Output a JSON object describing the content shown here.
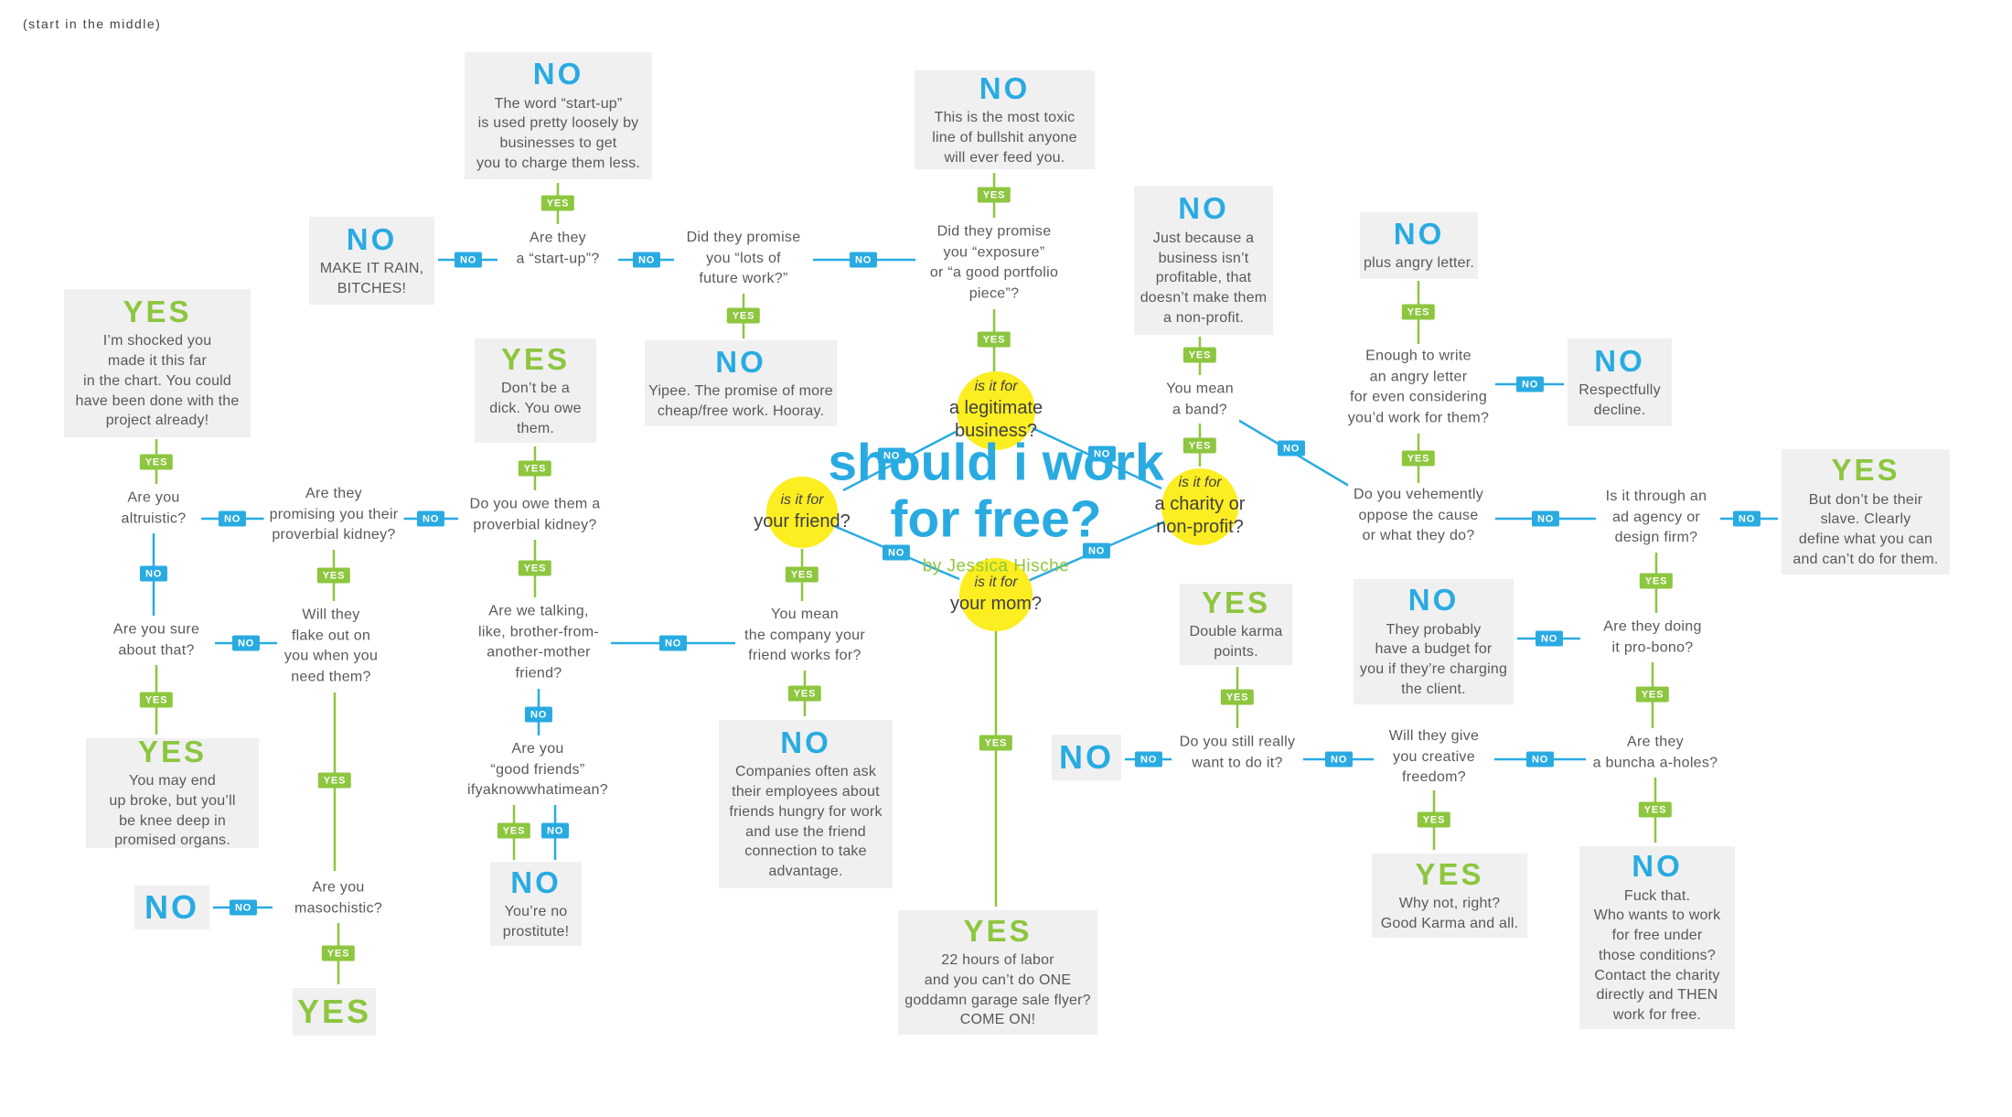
{
  "page": {
    "start_hint": "(start in the middle)"
  },
  "title": {
    "line1": "should i work",
    "line2": "for free?",
    "byline": "by Jessica Hische"
  },
  "badge": {
    "yes": "YES",
    "no": "NO"
  },
  "colors": {
    "blue": "#29ABE2",
    "green": "#8DC63F",
    "yellow": "#FCEE21",
    "box_gray": "#F0F0F1",
    "text_gray": "#58595B"
  },
  "circles": {
    "legit": {
      "prefix": "is it for",
      "label": "a legitimate\nbusiness?"
    },
    "friend": {
      "prefix": "is it for",
      "label": "your friend?"
    },
    "charity": {
      "prefix": "is it for",
      "label": "a charity or\nnon-profit?"
    },
    "mom": {
      "prefix": "is it for",
      "label": "your mom?"
    }
  },
  "questions": {
    "startup": "Are they\na “start-up”?",
    "future_work": "Did they promise\nyou “lots of\nfuture work?”",
    "exposure": "Did they promise\nyou “exposure”\nor “a good portfolio\npiece”?",
    "band": "You mean\na band?",
    "angry_letter": "Enough to write\nan angry letter\nfor even considering\nyou’d work for them?",
    "vehemently": "Do you vehemently\noppose the cause\nor what they do?",
    "ad_agency": "Is it through an\nad agency or\ndesign firm?",
    "probono": "Are they doing\nit pro-bono?",
    "aholes": "Are they\na buncha a-holes?",
    "creative": "Will they give\nyou creative\nfreedom?",
    "still_want": "Do you still really\nwant to do it?",
    "altruistic": "Are you\naltruistic?",
    "kidney_promise": "Are they\npromising you their\nproverbial kidney?",
    "sure": "Are you sure\nabout that?",
    "flake": "Will they\nflake out on\nyou when you\nneed them?",
    "masochistic": "Are you\nmasochistic?",
    "owe_kidney": "Do you owe them a\nproverbial kidney?",
    "brother": "Are we talking,\nlike, brother-from-\nanother-mother\nfriend?",
    "good_friends": "Are you\n“good friends”\nifyaknowwhatimean?",
    "company": "You mean\nthe company your\nfriend works for?"
  },
  "boxes": {
    "startup_no": {
      "verdict": "NO",
      "text": "The word “start-up”\nis used pretty loosely by\nbusinesses to get\nyou to charge them less."
    },
    "make_it_rain": {
      "verdict": "NO",
      "text": "MAKE IT RAIN,\nBITCHES!"
    },
    "toxic": {
      "verdict": "NO",
      "text": "This is the most toxic\nline of bullshit anyone\nwill ever feed you."
    },
    "yipee": {
      "verdict": "NO",
      "text": "Yipee. The promise of more\ncheap/free work. Hooray."
    },
    "nonprofit": {
      "verdict": "NO",
      "text": "Just because a\nbusiness isn’t\nprofitable, that\ndoesn’t make them\na non-profit."
    },
    "plus_angry": {
      "verdict": "NO",
      "text": "plus angry letter."
    },
    "decline": {
      "verdict": "NO",
      "text": "Respectfully\ndecline."
    },
    "slave": {
      "verdict": "YES",
      "text": "But don’t be their\nslave. Clearly\ndefine what you can\nand can’t do for them."
    },
    "budget": {
      "verdict": "NO",
      "text": "They probably\nhave a budget for\nyou if they’re charging\nthe client."
    },
    "karma": {
      "verdict": "YES",
      "text": "Double karma\npoints."
    },
    "no_right": {
      "verdict": "NO",
      "text": ""
    },
    "whynot": {
      "verdict": "YES",
      "text": "Why not, right?\nGood Karma and all."
    },
    "fuckthat": {
      "verdict": "NO",
      "text": "Fuck that.\nWho wants to work\nfor free under\nthose conditions?\nContact the charity\ndirectly and THEN\nwork for free."
    },
    "shocked": {
      "verdict": "YES",
      "text": "I’m shocked you\nmade it this far\nin the chart. You could\nhave been done with the\nproject already!"
    },
    "broke": {
      "verdict": "YES",
      "text": "You may end\nup broke, but you’ll\nbe knee deep in\npromised organs."
    },
    "no_left": {
      "verdict": "NO",
      "text": ""
    },
    "yes_bottom": {
      "verdict": "YES",
      "text": ""
    },
    "dick": {
      "verdict": "YES",
      "text": "Don’t be a\ndick. You owe\nthem."
    },
    "prostitute": {
      "verdict": "NO",
      "text": "You’re no\nprostitute!"
    },
    "companies": {
      "verdict": "NO",
      "text": "Companies often ask\ntheir employees about\nfriends hungry for work\nand use the friend\nconnection to take\nadvantage."
    },
    "hours22": {
      "verdict": "YES",
      "text": "22 hours of labor\nand you can’t do ONE\ngoddamn garage sale flyer?\nCOME ON!"
    }
  }
}
